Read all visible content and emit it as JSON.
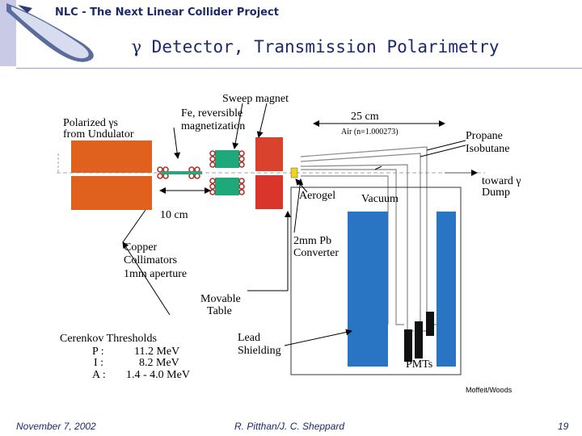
{
  "header": {
    "project_title": "NLC - The Next Linear Collider Project",
    "slide_title_symbol": "γ",
    "slide_title": "Detector, Transmission Polarimetry"
  },
  "diagram": {
    "labels": {
      "polarized_1": "Polarized γs",
      "polarized_2": "from Undulator",
      "fe_1": "Fe, reversible",
      "fe_2": "magnetization",
      "sweep_magnet": "Sweep magnet",
      "length_25": "25 cm",
      "air_note": "Air (n=1.000273)",
      "propane": "Propane",
      "isobutane": "Isobutane",
      "toward_1": "toward γ",
      "toward_2": "Dump",
      "aerogel": "Aerogel",
      "vacuum": "Vacuum",
      "length_10": "10 cm",
      "copper_1": "Copper",
      "copper_2": "Collimators",
      "copper_3": "1mm aperture",
      "converter_1": "2mm Pb",
      "converter_2": "Converter",
      "movable_1": "Movable",
      "movable_2": "Table",
      "lead_1": "Lead",
      "lead_2": "Shielding",
      "pmts": "PMTs"
    },
    "thresholds": {
      "title": "Cerenkov Thresholds",
      "rows": [
        {
          "gas": "P :",
          "value": "11.2 MeV"
        },
        {
          "gas": "I :",
          "value": "8.2 MeV"
        },
        {
          "gas": "A :",
          "value": "1.4 - 4.0 MeV"
        }
      ]
    },
    "credit": "Moffeit/Woods"
  },
  "footer": {
    "date": "November 7, 2002",
    "authors": "R. Pitthan/J. C. Sheppard",
    "page": "19"
  },
  "colors": {
    "orange": "#e0601e",
    "red": "#d9352a",
    "green": "#1fa87a",
    "blue": "#2a74c4",
    "navy": "#1c2a6b"
  }
}
